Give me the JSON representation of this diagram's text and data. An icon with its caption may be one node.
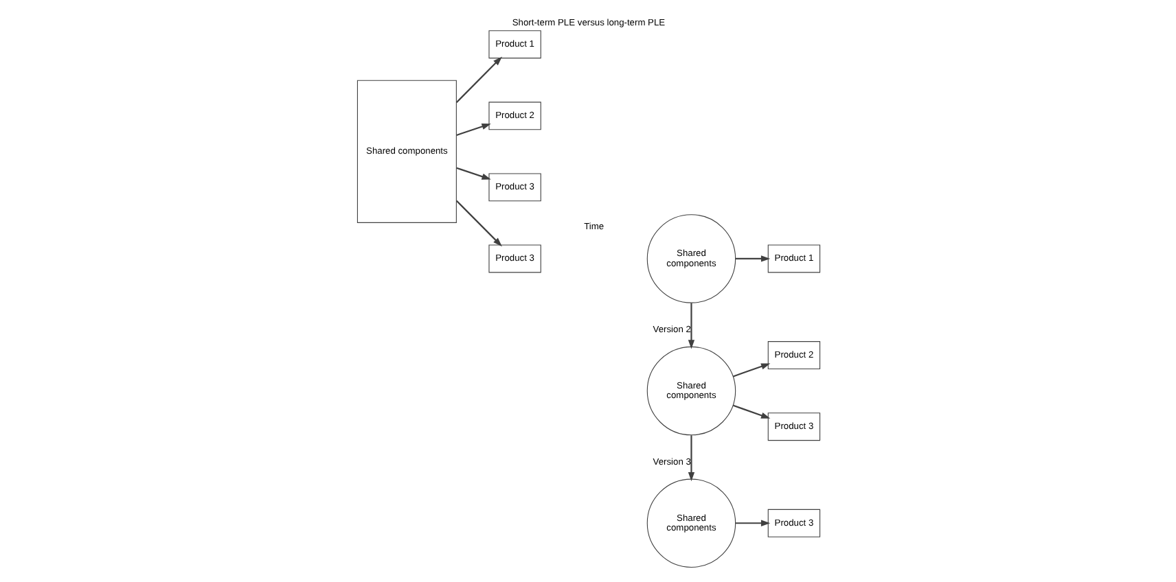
{
  "diagram": {
    "title": "Short-term PLE versus long-term PLE",
    "nodes": [
      {
        "text": [
          "Shared components"
        ]
      },
      {
        "text": [
          "Product 1"
        ]
      },
      {
        "text": [
          "Product 2"
        ]
      },
      {
        "text": [
          "Product 3"
        ]
      },
      {
        "text": [
          "Product 3"
        ]
      },
      {
        "text": [
          "Product 1"
        ]
      },
      {
        "text": [
          "Shared components"
        ]
      },
      {
        "text": [
          "Product 2"
        ]
      },
      {
        "text": [
          "Shared components"
        ]
      },
      {
        "text": [
          "Product 3"
        ]
      },
      {
        "text": [
          "Product 3"
        ]
      },
      {
        "text": [
          "Shared components"
        ]
      }
    ],
    "edges": [
      {
        "from": 0,
        "to": 1,
        "arrow": "to"
      },
      {
        "from": 0,
        "to": 2,
        "arrow": "to"
      },
      {
        "from": 0,
        "to": 3,
        "arrow": "to"
      },
      {
        "from": 0,
        "to": 4,
        "arrow": "to"
      },
      {
        "from": 6,
        "to": 5,
        "arrow": "to"
      },
      {
        "from": 6,
        "to": 8,
        "arrow": "to",
        "label": "Version 2"
      },
      {
        "from": 8,
        "to": 7,
        "arrow": "to"
      },
      {
        "from": 8,
        "to": 9,
        "arrow": "to"
      },
      {
        "from": 8,
        "to": 11,
        "arrow": "to",
        "label": "Version 3"
      },
      {
        "from": 11,
        "to": 10,
        "arrow": "to"
      }
    ],
    "labels": [
      "Time"
    ]
  }
}
